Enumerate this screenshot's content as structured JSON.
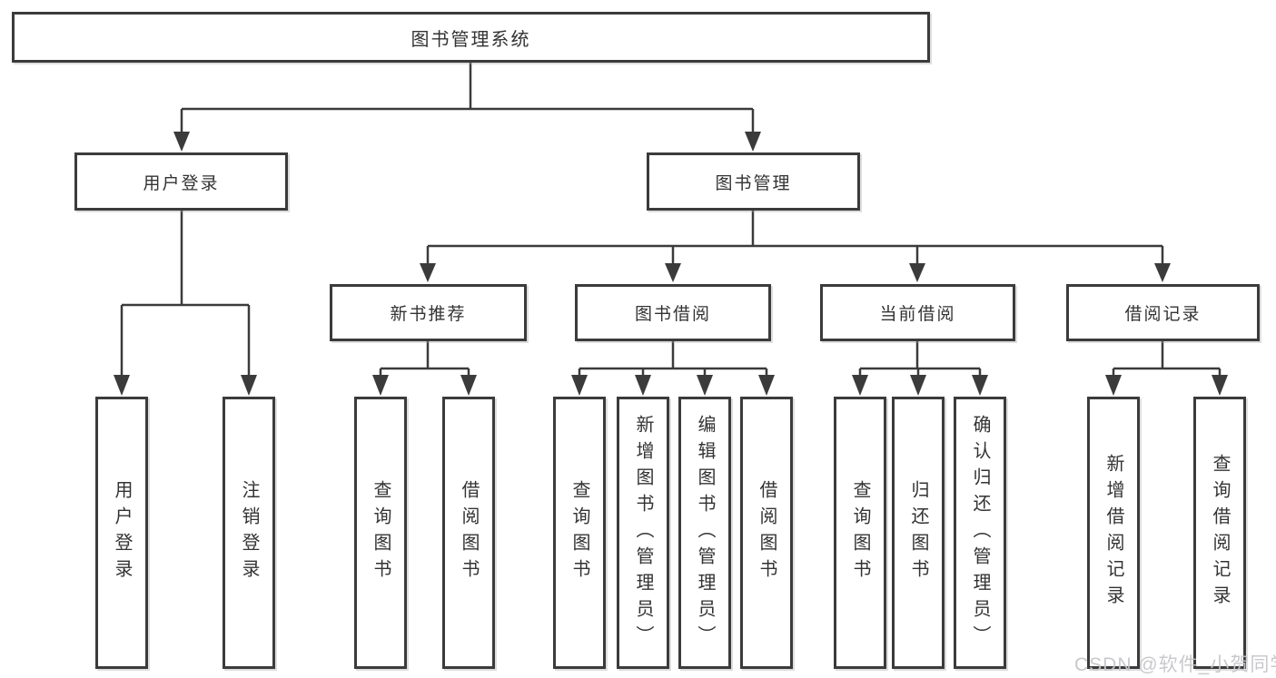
{
  "diagram": {
    "type": "hierarchy-tree",
    "tree": {
      "label": "图书管理系统",
      "children": [
        {
          "label": "用户登录",
          "children": [
            {
              "label": "用户登录"
            },
            {
              "label": "注销登录"
            }
          ]
        },
        {
          "label": "图书管理",
          "children": [
            {
              "label": "新书推荐",
              "children": [
                {
                  "label": "查询图书"
                },
                {
                  "label": "借阅图书"
                }
              ]
            },
            {
              "label": "图书借阅",
              "children": [
                {
                  "label": "查询图书"
                },
                {
                  "label": "新增图书（管理员）"
                },
                {
                  "label": "编辑图书（管理员）"
                },
                {
                  "label": "借阅图书"
                }
              ]
            },
            {
              "label": "当前借阅",
              "children": [
                {
                  "label": "查询图书"
                },
                {
                  "label": "归还图书"
                },
                {
                  "label": "确认归还（管理员）"
                }
              ]
            },
            {
              "label": "借阅记录",
              "children": [
                {
                  "label": "新增借阅记录"
                },
                {
                  "label": "查询借阅记录"
                }
              ]
            }
          ]
        }
      ]
    },
    "colors": {
      "line": "#3b3b3b",
      "box_border": "#3b3b3b",
      "text": "#333333",
      "background": "#ffffff",
      "watermark": "#c5c6c9"
    }
  },
  "watermark": {
    "text": "CSDN @软件_小贺同学"
  }
}
